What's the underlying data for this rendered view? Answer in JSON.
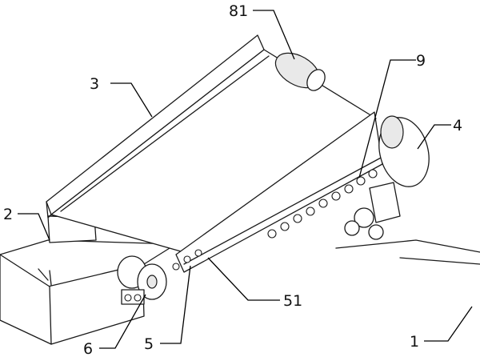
{
  "figure": {
    "callouts": {
      "c81": "81",
      "c9": "9",
      "c3": "3",
      "c4": "4",
      "c2": "2",
      "c51": "51",
      "c6": "6",
      "c5": "5",
      "c1": "1"
    }
  }
}
